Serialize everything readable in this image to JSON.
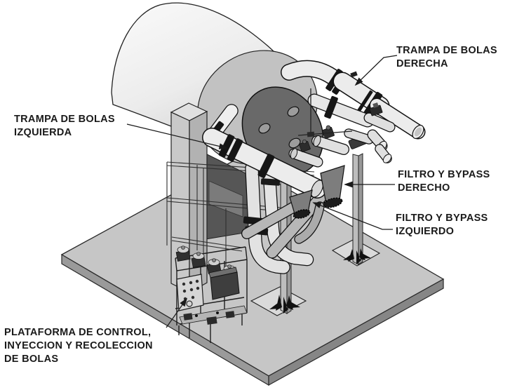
{
  "diagram": {
    "labels": {
      "trap_right": {
        "line1": "TRAMPA DE BOLAS",
        "line2": "DERECHA"
      },
      "trap_left": {
        "line1": "TRAMPA DE BOLAS",
        "line2": "IZQUIERDA"
      },
      "filter_right": {
        "line1": "FILTRO Y BYPASS",
        "line2": "DERECHO"
      },
      "filter_left": {
        "line1": "FILTRO Y BYPASS",
        "line2": "IZQUIERDO"
      },
      "platform": {
        "line1": "PLATAFORMA DE CONTROL,",
        "line2": "INYECCION Y RECOLECCION",
        "line3": "DE BOLAS"
      }
    },
    "colors": {
      "background": "#ffffff",
      "label_text": "#1a1a1a",
      "leader_line": "#1a1a1a",
      "floor_top": "#c6c6c6",
      "floor_edge": "#8f8f8f",
      "vessel_shell": "#ececec",
      "vessel_head": "#696969",
      "pipe_fill": "#ededed",
      "flange": "#161616"
    }
  }
}
